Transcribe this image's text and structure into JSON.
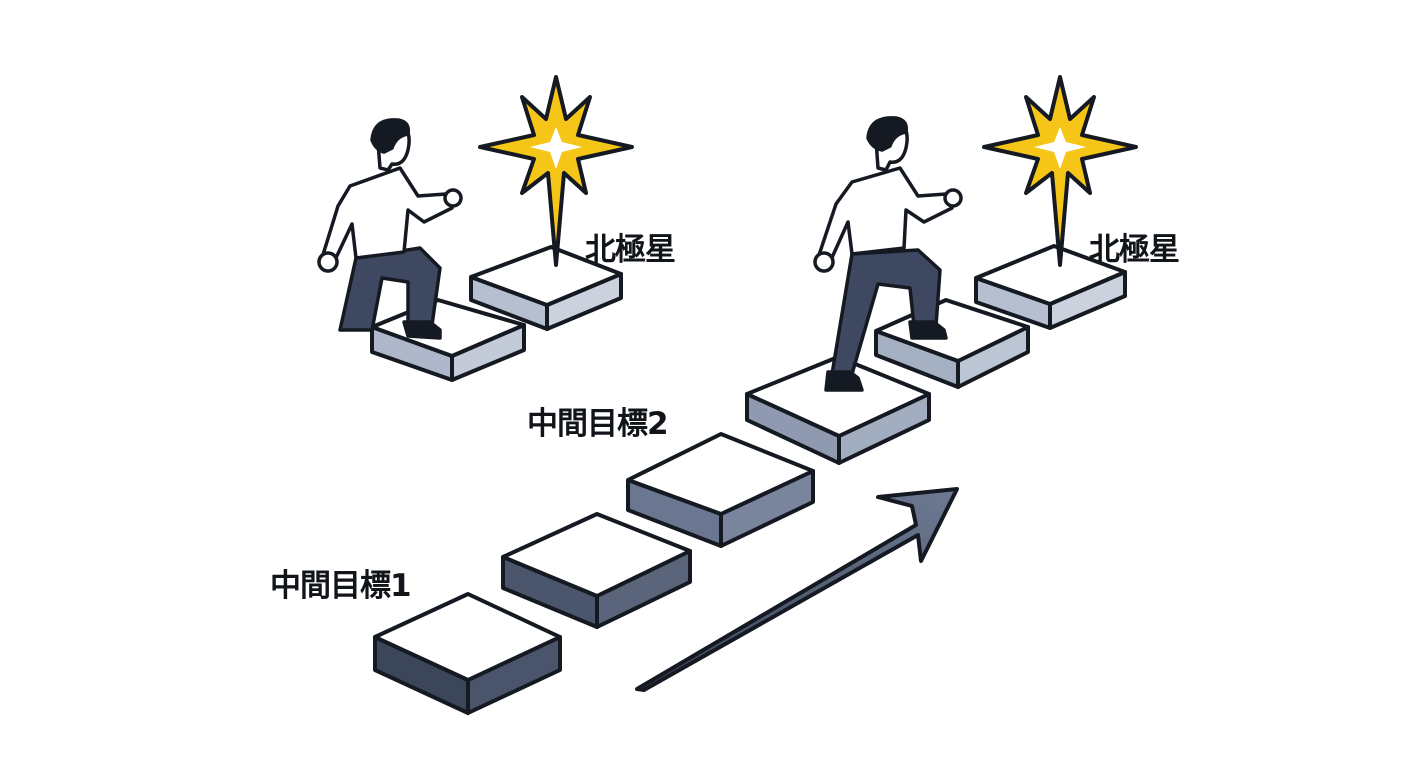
{
  "diagram": {
    "title": "",
    "labels": {
      "north_star_left": "北極星",
      "north_star_right": "北極星",
      "milestone_2": "中間目標2",
      "milestone_1": "中間目標1"
    },
    "colors": {
      "background": "#ffffff",
      "outline": "#151a22",
      "star_fill": "#f5c518",
      "star_core": "#ffffff",
      "step_top": "#ffffff",
      "step_side_light": "#b8c2d4",
      "step_side_mid": "#8d98ad",
      "step_side_dark": "#4f5a70",
      "pants": "#3e4860",
      "arrow_fill": "#5b6680"
    },
    "elements": {
      "figures": [
        "person-climbing-left",
        "person-climbing-right"
      ],
      "stars": [
        "north-star-left",
        "north-star-right"
      ],
      "steps_main_path": 6,
      "steps_left_cluster": 2,
      "arrow": "upward-trend-arrow"
    }
  }
}
